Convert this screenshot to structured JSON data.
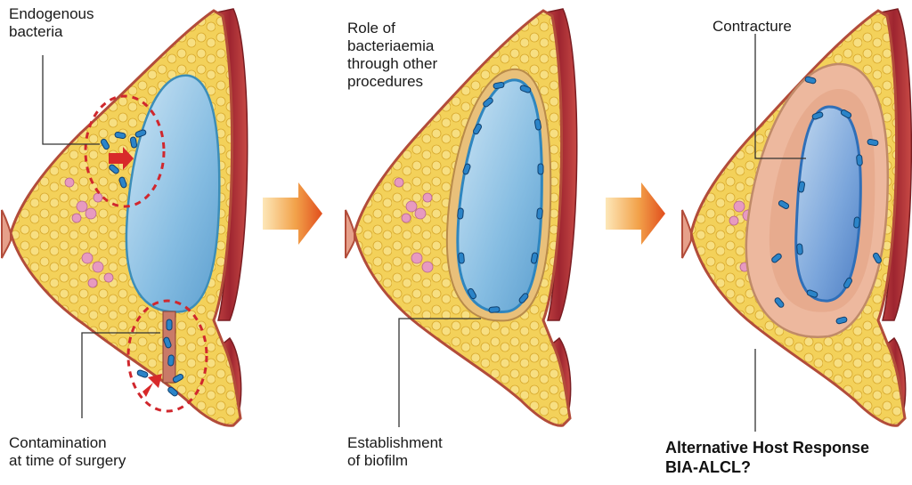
{
  "panels": [
    {
      "top_labels": [
        "Endogenous",
        "bacteria"
      ],
      "bottom_labels": [
        "Contamination",
        "at time of surgery"
      ]
    },
    {
      "top_labels": [
        "Role of",
        "bacteriaemia",
        "through other",
        "procedures"
      ],
      "bottom_labels": [
        "Establishment",
        "of biofilm"
      ]
    },
    {
      "top_labels": [
        "Contracture"
      ],
      "bottom_labels": [
        "Alternative Host Response",
        "BIA-ALCL?"
      ]
    }
  ],
  "colors": {
    "skin": "#c9705a",
    "fat": "#f2cf52",
    "muscle": "#b0333a",
    "implant": "#8fc3e4",
    "bacteria": "#2a7fc4",
    "arrow": "#e8672a",
    "dashed_circle": "#d0272d",
    "capsule": "#e9b4a0"
  },
  "icons": [
    "flow-arrow-icon",
    "entry-arrow-icon"
  ]
}
